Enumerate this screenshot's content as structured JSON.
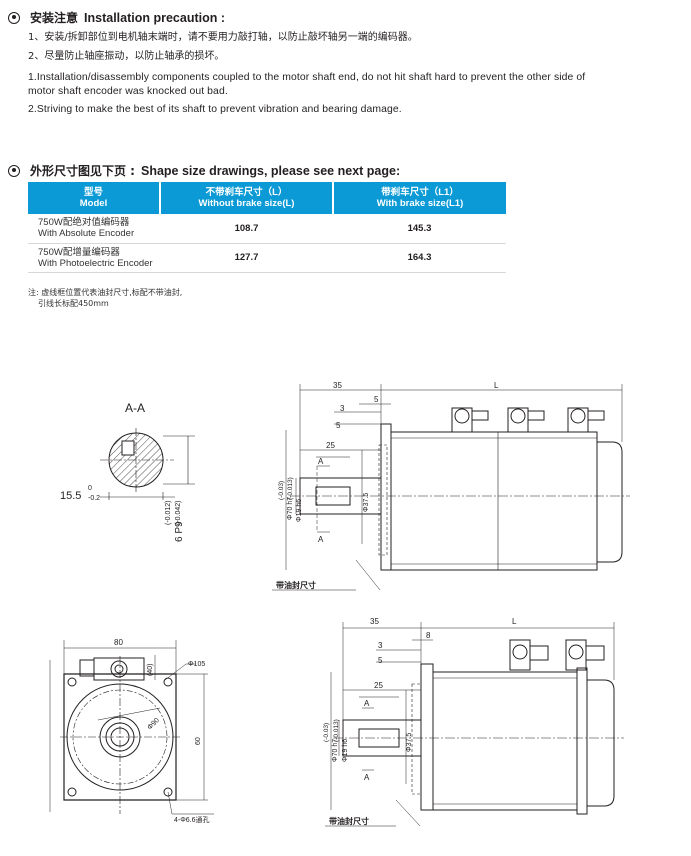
{
  "precaution": {
    "heading_cn": "安装注意",
    "heading_en": "Installation precaution :",
    "lines_cn": [
      "1、安装/拆卸部位到电机轴末端时，请不要用力敲打轴，以防止敲坏轴另一端的编码器。",
      "2、尽量防止轴座振动，以防止轴承的损坏。"
    ],
    "lines_en": [
      "1.Installation/disassembly components coupled to the motor shaft end,  do not hit shaft hard to prevent the other side of",
      "motor shaft encoder was knocked out bad.",
      "2.Striving to make the best of its shaft to prevent vibration and bearing damage."
    ]
  },
  "shape_size": {
    "heading_cn": "外形尺寸图见下页 :",
    "heading_en": "Shape size drawings, please see next page:",
    "table": {
      "headers": [
        {
          "cn": "型号",
          "en": "Model"
        },
        {
          "cn": "不带刹车尺寸（L）",
          "en": "Without brake size(L)"
        },
        {
          "cn": "带刹车尺寸（L1）",
          "en": "With brake size(L1)"
        }
      ],
      "rows": [
        {
          "model_cn": "750W配绝对值编码器",
          "model_en": "With Absolute Encoder",
          "without_brake": "108.7",
          "with_brake": "145.3"
        },
        {
          "model_cn": "750W配增量编码器",
          "model_en": "With Photoelectric Encoder",
          "without_brake": "127.7",
          "with_brake": "164.3"
        }
      ]
    },
    "notes": [
      "注: 虚线框位置代表油封尺寸,标配不带油封,",
      "引线长标配450mm"
    ]
  },
  "drawing": {
    "section_label": "A-A",
    "dim_15_5": "15.5",
    "dim_15_5_tol_upper": "0",
    "dim_15_5_tol_lower": "-0.2",
    "dim_6p9": "6 P9",
    "dim_6p9_tol": "(-0.012)",
    "dim_6p9_tol2": "(-0.042)",
    "dim_35": "35",
    "dim_L": "L",
    "dim_3": "3",
    "dim_5": "5",
    "dim_8": "8",
    "dim_25": "25",
    "label_A": "A",
    "dim_phi70": "Φ70 h7",
    "dim_phi70_tol": "(-0.03)",
    "dim_phi19": "Φ19 h6",
    "dim_phi19_tol": "(-0.013)",
    "dim_phi37_5": "Φ37.5",
    "oil_seal_label": "带油封尺寸",
    "dim_80": "80",
    "dim_phi105": "Φ105",
    "dim_phi90": "Φ90",
    "dim_60": "60",
    "dim_holes": "4-Φ6.6通孔"
  }
}
